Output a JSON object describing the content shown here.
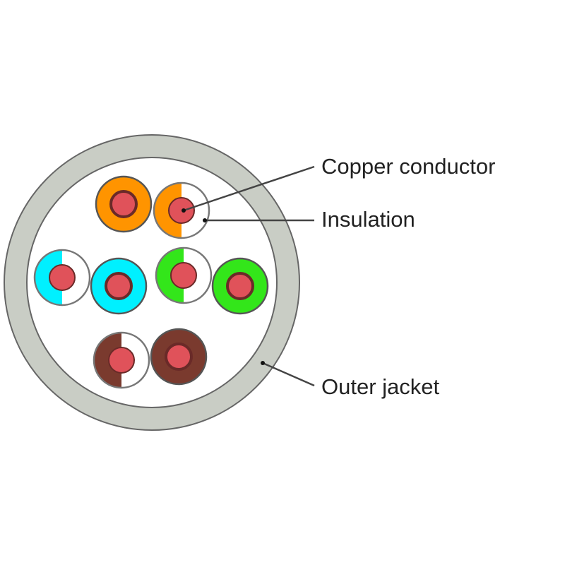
{
  "labels": {
    "conductor": "Copper conductor",
    "insulation": "Insulation",
    "jacket": "Outer jacket"
  },
  "colors": {
    "jacket": "#c9cdc5",
    "conductor": "#e0525a",
    "orange": "#ff9400",
    "cyan": "#00f0ff",
    "green": "#33e61a",
    "brown": "#7a3a2e"
  },
  "wires": [
    {
      "name": "orange",
      "color": "orange",
      "striped": false
    },
    {
      "name": "orange-white",
      "color": "orange",
      "striped": true
    },
    {
      "name": "blue-white",
      "color": "cyan",
      "striped": true
    },
    {
      "name": "blue",
      "color": "cyan",
      "striped": false
    },
    {
      "name": "green-white",
      "color": "green",
      "striped": true
    },
    {
      "name": "green",
      "color": "green",
      "striped": false
    },
    {
      "name": "brown-white",
      "color": "brown",
      "striped": true
    },
    {
      "name": "brown",
      "color": "brown",
      "striped": false
    }
  ]
}
